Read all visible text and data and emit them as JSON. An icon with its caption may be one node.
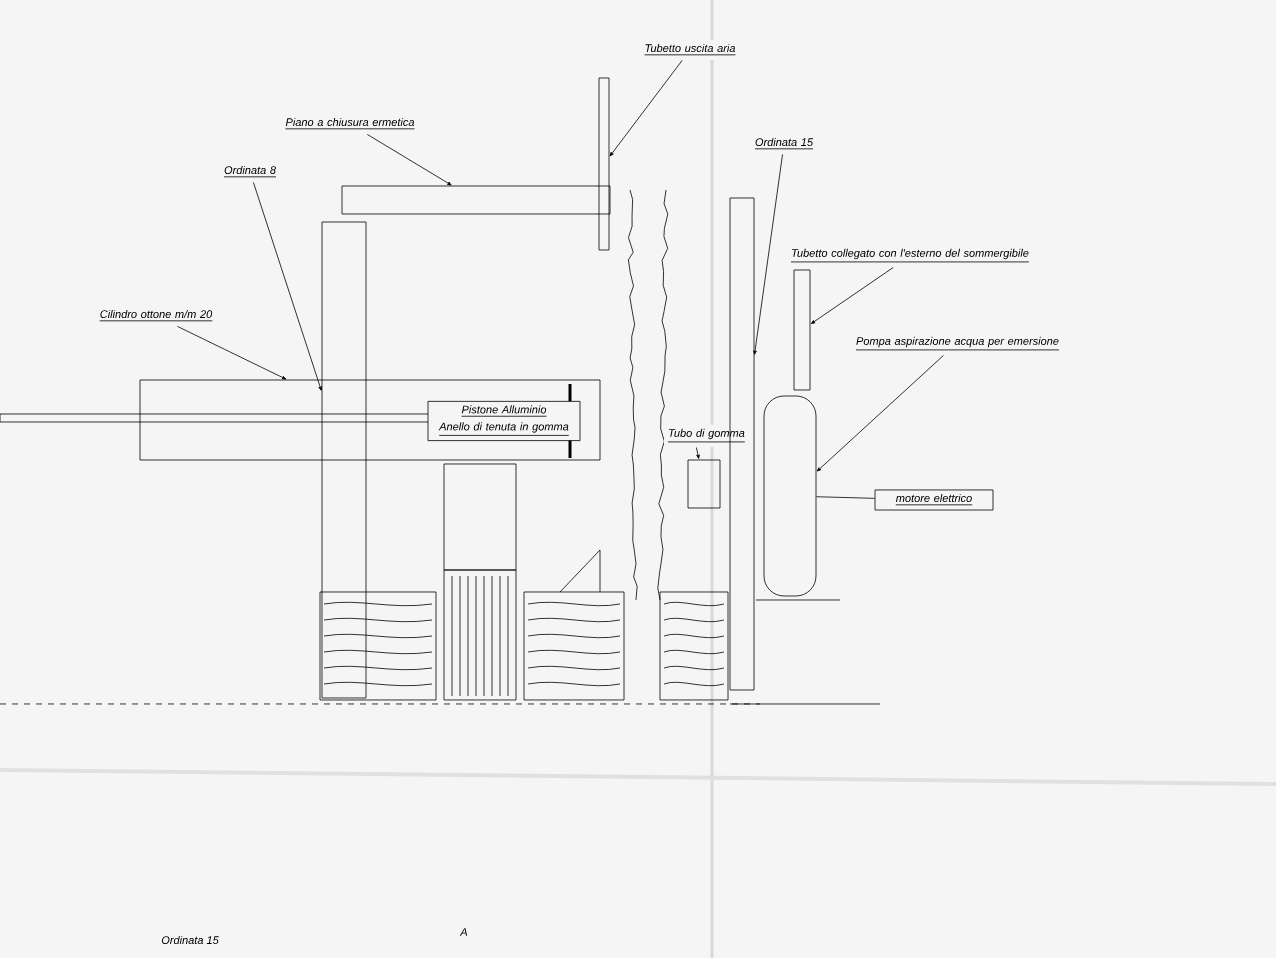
{
  "diagram": {
    "nodes": [
      {
        "text": [
          "Tubetto uscita aria"
        ]
      },
      {
        "text": [],
        "shape": "bar"
      },
      {
        "text": [
          "Piano a chiusura ermetica"
        ]
      },
      {
        "text": [],
        "shape": "box"
      },
      {
        "text": [
          "Ordinata 8"
        ]
      },
      {
        "text": [],
        "shape": "bar"
      },
      {
        "text": [
          "Cilindro ottone m/m 20"
        ]
      },
      {
        "text": [],
        "shape": "box"
      },
      {
        "text": [
          "Pistone Alluminio",
          "Anello di tenuta in gomma"
        ],
        "in": 7
      },
      {
        "text": [
          "Ordinata 15"
        ]
      },
      {
        "text": [],
        "shape": "bar"
      },
      {
        "text": [
          "Tubetto collegato con l'esterno del sommergibile"
        ]
      },
      {
        "text": [],
        "shape": "bar"
      },
      {
        "text": [
          "Pompa aspirazione acqua per emersione"
        ]
      },
      {
        "text": [],
        "shape": "cylinder"
      },
      {
        "text": [
          "Tubo di gomma"
        ]
      },
      {
        "text": [],
        "shape": "box"
      },
      {
        "text": [
          "motore elettrico"
        ]
      }
    ],
    "edges": [
      {
        "from": 0,
        "to": 1,
        "arrow": "to"
      },
      {
        "from": 2,
        "to": 3,
        "arrow": "to"
      },
      {
        "from": 4,
        "to": 5,
        "arrow": "to"
      },
      {
        "from": 6,
        "to": 7,
        "arrow": "to"
      },
      {
        "from": 9,
        "to": 10,
        "arrow": "to"
      },
      {
        "from": 11,
        "to": 12,
        "arrow": "to"
      },
      {
        "from": 13,
        "to": 14,
        "arrow": "to"
      },
      {
        "from": 15,
        "to": 16,
        "arrow": "to"
      },
      {
        "from": 14,
        "to": 17,
        "arrow": "none"
      }
    ],
    "labels": [
      "Ordinata 15",
      "A"
    ]
  }
}
